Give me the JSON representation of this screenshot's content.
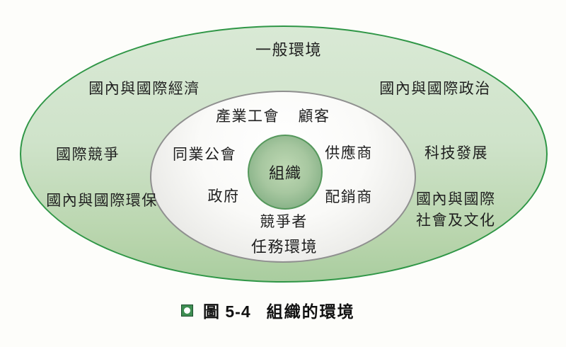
{
  "figure": {
    "general_environment": {
      "title": "一般環境",
      "labels": {
        "economy": "國內與國際經濟",
        "politics": "國內與國際政治",
        "international_competition": "國際競爭",
        "technology_development": "科技發展",
        "environmental_protection": "國內與國際環保",
        "society_culture_line1": "國內與國際",
        "society_culture_line2": "社會及文化"
      }
    },
    "task_environment": {
      "title": "任務環境",
      "labels": {
        "industry_union": "產業工會",
        "customers": "顧客",
        "trade_association": "同業公會",
        "suppliers": "供應商",
        "government": "政府",
        "distributors": "配銷商",
        "competitors": "競爭者"
      }
    },
    "organization": {
      "label": "組織"
    }
  },
  "caption": {
    "bullet_icon": "green-square-white-circle",
    "figure_number": "圖 5-4",
    "title": "組織的環境"
  },
  "colors": {
    "outer_fill_top": "#d9e9d5",
    "outer_fill_bottom": "#a9cd9f",
    "outer_border": "#2f9646",
    "middle_fill_center": "#ffffff",
    "middle_fill_edge": "#d9d9d6",
    "middle_border": "#8f8f8f",
    "inner_fill_light": "#bfd9b4",
    "inner_fill_dark": "#77a578",
    "inner_border": "#55985c",
    "caption_bullet": "#3e8e52",
    "text": "#1f1f1f",
    "background": "#fdfdfa"
  }
}
